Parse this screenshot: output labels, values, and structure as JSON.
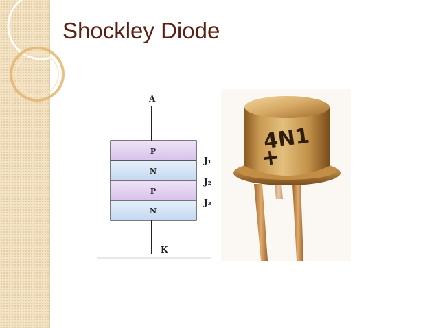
{
  "slide": {
    "title": "Shockley Diode"
  },
  "diagram": {
    "terminal_top": "A",
    "terminal_bottom": "K",
    "layers": [
      "P",
      "N",
      "P",
      "N"
    ],
    "junctions": [
      "J₁",
      "J₂",
      "J₃"
    ],
    "colors": {
      "p_layer": "#e2d2f0",
      "n_layer": "#d2e3f7"
    }
  },
  "photo": {
    "marking_line1": "4N1",
    "marking_line2": "+"
  },
  "colors": {
    "title": "#5c1f10",
    "sidebar": "#f3e3c4"
  }
}
